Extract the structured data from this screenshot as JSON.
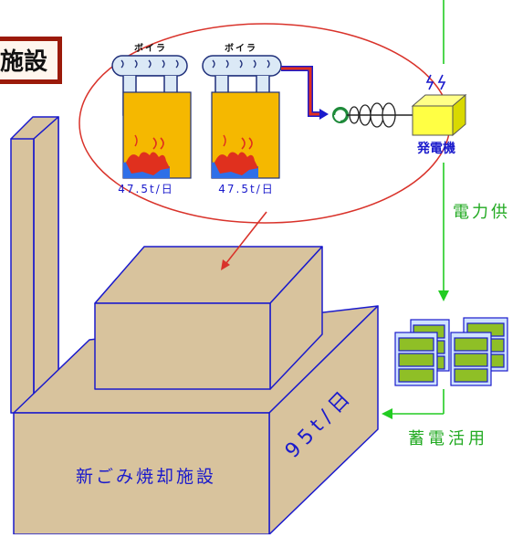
{
  "header_sign": {
    "text": "施設"
  },
  "boilers": [
    {
      "label": "ボイラ",
      "capacity": "47.5t/日"
    },
    {
      "label": "ボイラ",
      "capacity": "47.5t/日"
    }
  ],
  "generator": {
    "label": "発電機"
  },
  "power_supply": {
    "label": "電力供"
  },
  "storage": {
    "label": "蓄電活用"
  },
  "facility": {
    "name": "新ごみ焼却施設",
    "capacity": "95t/日"
  },
  "colors": {
    "outline": "#1a1acc",
    "building": "#d8c39d",
    "ellipse": "#d9332b",
    "flow_arrow": "#22cc22",
    "furnace": "#f5b800",
    "boiler_head": "#dbe9f6",
    "generator": "#ffff44",
    "battery": "#8fbf26",
    "sign_border": "#9b1a0a",
    "fire": "#e0301e",
    "water": "#2f6fe8"
  }
}
